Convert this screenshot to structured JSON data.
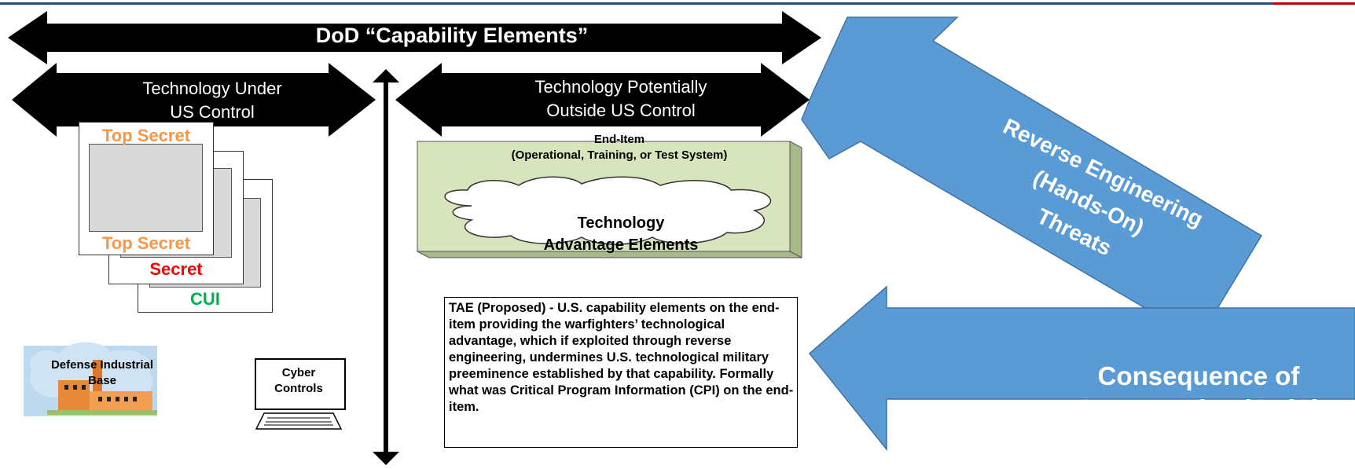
{
  "banner": {
    "title": "DoD “Capability Elements”"
  },
  "left_header": {
    "line1": "Technology Under",
    "line2": "US Control"
  },
  "right_header": {
    "line1": "Technology Potentially",
    "line2": "Outside US Control"
  },
  "classification": {
    "top_secret_upper": "Top Secret",
    "top_secret_lower": "Top Secret",
    "secret": "Secret",
    "cui": "CUI"
  },
  "defense_industrial_base": {
    "line1": "Defense Industrial",
    "line2": "Base"
  },
  "cyber_controls": {
    "line1": "Cyber",
    "line2": "Controls"
  },
  "end_item": {
    "line1": "End-Item",
    "line2": "(Operational, Training, or Test System)"
  },
  "tae_cloud": {
    "line1": "Technology",
    "line2": "Advantage Elements"
  },
  "tae_definition": "TAE (Proposed) - U.S. capability elements on the end-item providing the warfighters’ technological advantage, which if exploited through reverse engineering, undermines U.S. technological military preeminence established by that capability.  Formally what was Critical Program Information (CPI) on the end-item.",
  "reverse_engineering": {
    "line1": "Reverse Engineering",
    "line2": "(Hands-On)",
    "line3": "Threats"
  },
  "consequence": {
    "line1": "Consequence of",
    "line2": "Compromise (CofC)"
  },
  "colors": {
    "arrow_black": "#000000",
    "threat_blue": "#5b9bd5",
    "top_secret": "#f79646",
    "secret": "#ff0000",
    "cui": "#00b050",
    "end_item_fill": "#d8e4bc"
  }
}
